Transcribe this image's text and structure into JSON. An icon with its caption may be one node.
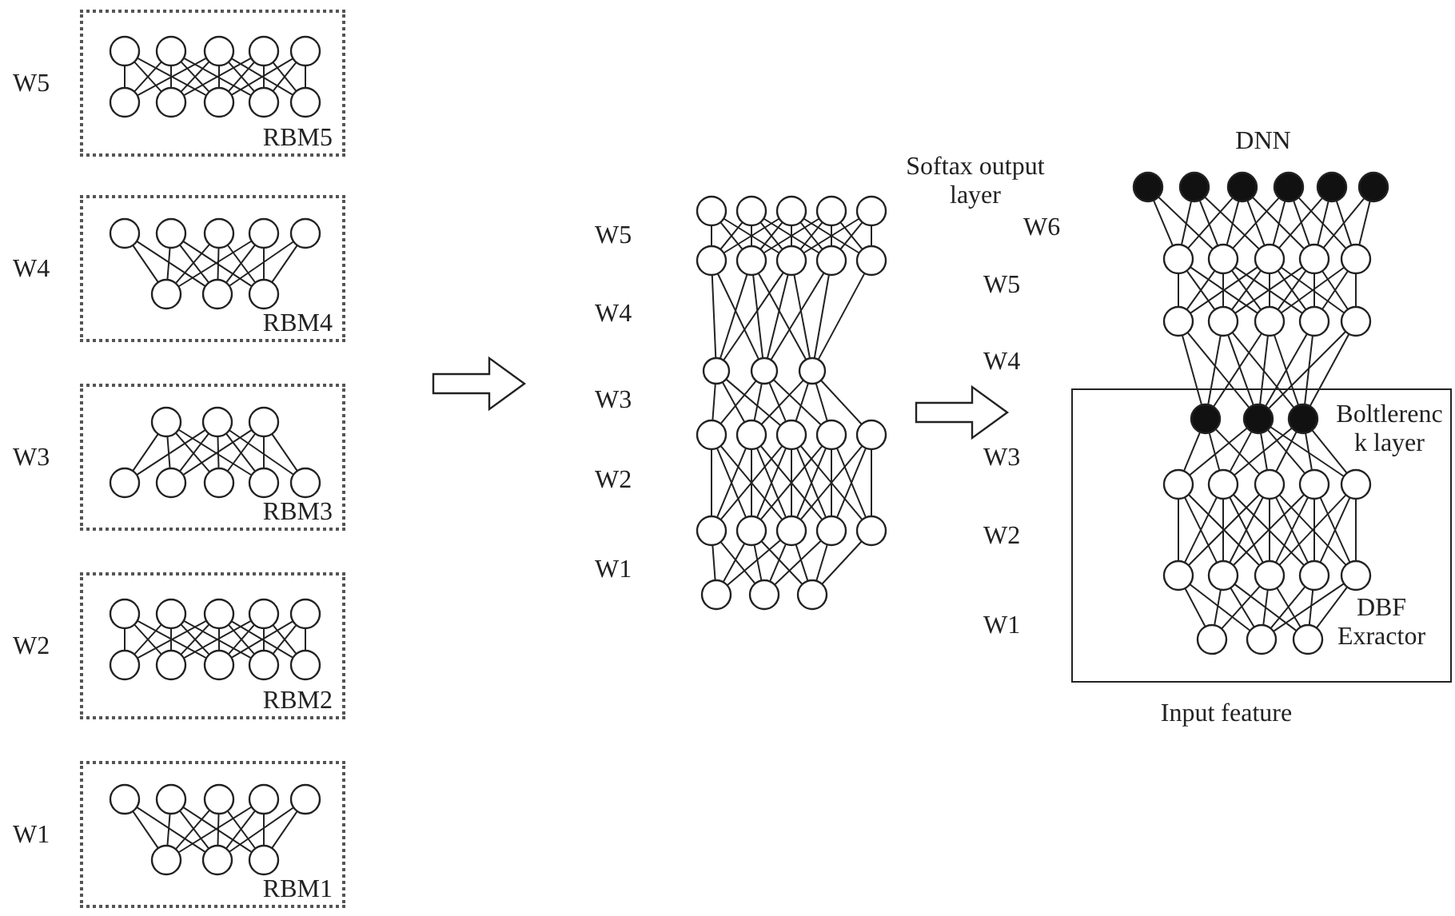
{
  "diagram": {
    "nodes": [
      {
        "text": [
          "RBM5"
        ]
      },
      {
        "text": [
          "RBM4"
        ]
      },
      {
        "text": [
          "RBM3"
        ]
      },
      {
        "text": [
          "RBM2"
        ]
      },
      {
        "text": [
          "RBM1"
        ]
      },
      {
        "text": [
          "DBF Exractor"
        ]
      }
    ],
    "labels": [
      "W5",
      "W4",
      "W3",
      "W2",
      "W1",
      "W5",
      "W4",
      "W3",
      "W2",
      "W1",
      "DNN",
      "Softax output layer",
      "W6",
      "W5",
      "W4",
      "Boltlerenc k layer",
      "W3",
      "W2",
      "W1",
      "Input feature"
    ]
  }
}
